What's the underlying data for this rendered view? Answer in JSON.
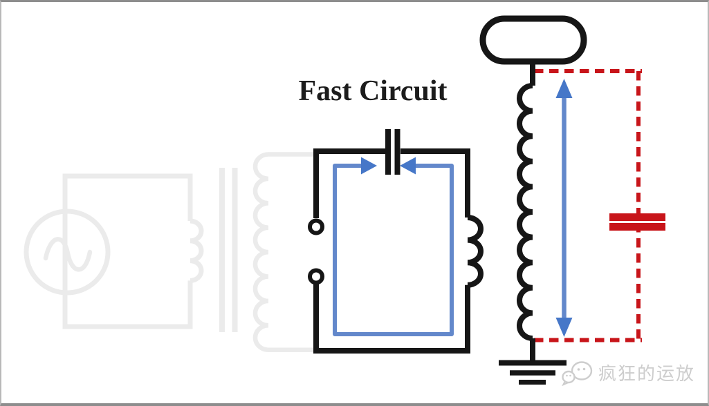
{
  "title": {
    "text": "Fast Circuit"
  },
  "watermark": {
    "text": "疯狂的运放",
    "logo": "chat-bubbles-face-icon"
  },
  "colors": {
    "canvas_bg": "#ffffff",
    "title_color": "#1c1c1c",
    "wire_black": "#161616",
    "loop_blue": "#6388cb",
    "arrow_blue": "#4677c8",
    "dashed_red": "#c8151a",
    "faded_gray": "#ebebeb",
    "watermark_gray": "#cdcdcd",
    "frame_dark": "#8d8d8d",
    "frame_light": "#b8b8b8"
  },
  "diagram": {
    "components": [
      "ac-source (faded)",
      "transformer-primary-winding (faded)",
      "transformer-core (faded)",
      "transformer-secondary-winding (faded)",
      "fast-circuit-loop (black)",
      "spark-gap",
      "tank-capacitor",
      "primary-coil",
      "current-loop-arrows (blue)",
      "toroid-topload",
      "secondary-coil",
      "earth-ground",
      "secondary-span-double-arrow (blue)",
      "stray-capacitance (red)",
      "dashed-boundary (red)"
    ]
  }
}
